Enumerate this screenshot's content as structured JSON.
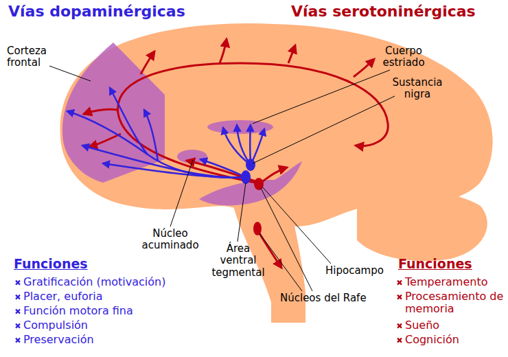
{
  "diagram": {
    "labels": [
      "Vías dopaminérgicas",
      "Vías serotoninérgicas",
      "Corteza frontal",
      "Cuerpo estriado",
      "Sustancia nigra",
      "Núcleo acuminado",
      "Área ventral tegmental",
      "Hipocampo",
      "Núcleos del Rafe",
      "Funciones",
      "Gratificación (motivación)",
      "Placer, euforia",
      "Función motora fina",
      "Compulsión",
      "Preservación",
      "Funciones",
      "Temperamento",
      "Procesamiento de memoria",
      "Sueño",
      "Cognición"
    ]
  }
}
